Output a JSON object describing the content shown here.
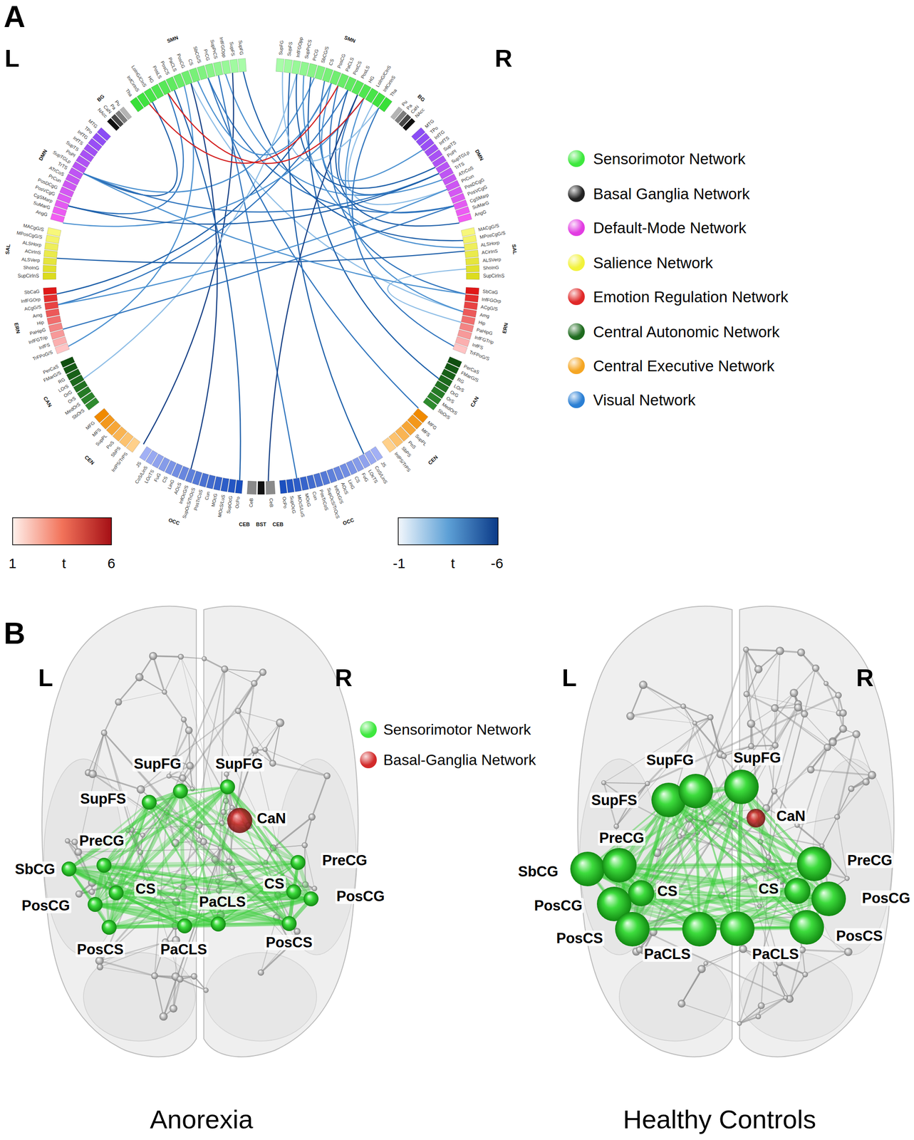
{
  "diagram": {
    "labels": [
      "A",
      "L",
      "R",
      "SMN",
      "SupFG",
      "SupFS",
      "InfFGOpp",
      "SupPrCS",
      "PrCG",
      "SbCG/S",
      "CS",
      "PosCG",
      "PaCLS",
      "PosCS",
      "PosLS",
      "HG",
      "LoInG/CInS",
      "InfCirInS",
      "Tha",
      "BG",
      "Pu",
      "Pa",
      "CaN",
      "NAcc",
      "DMN",
      "MTG",
      "TPo",
      "InfTG",
      "InfTS",
      "SupTS",
      "PoPl",
      "SupTGLp",
      "TrTS",
      "ATrCoS",
      "PrCun",
      "PosDCgG",
      "PosVCgG",
      "CgSMarp",
      "SuMarG",
      "AngG",
      "SAL",
      "MACgG/S",
      "MPosCgG/S",
      "ALSHorp",
      "ACirInS",
      "ALSVerp",
      "ShoInG",
      "SupCirInS",
      "ERN",
      "SbCaG",
      "InfFGOrp",
      "ACgG/S",
      "Amg",
      "Hip",
      "PaHipG",
      "InfFGTrip",
      "InfFS",
      "TrFPoG/S",
      "CAN",
      "PerCaS",
      "FMarG/S",
      "RG",
      "LOrS",
      "OrG",
      "OrS",
      "MedOrS",
      "SbOrS",
      "CEN",
      "MFG",
      "MFS",
      "SupPL",
      "PoS",
      "SbPS",
      "IntPS/TrPS",
      "OCC",
      "JS",
      "CoS/LinS",
      "LOcTS",
      "FuG",
      "CS",
      "LinG",
      "AOcS",
      "InfOcG/S",
      "SupOcS/TrOcS",
      "PosTrCoS",
      "Cun",
      "MOcG",
      "MOcS/LuS",
      "SupOcG",
      "OcPo",
      "SMN",
      "SupFG",
      "SupFS",
      "InfFGOpp",
      "SupPrCS",
      "PrCG",
      "SbCG/S",
      "CS",
      "PosCG",
      "PaCLS",
      "PosCS",
      "PosLS",
      "HG",
      "LoInG/CInS",
      "InfCirInS",
      "Tha",
      "BG",
      "Pu",
      "Pa",
      "CaN",
      "NAcc",
      "DMN",
      "MTG",
      "TPo",
      "InfTG",
      "InfTS",
      "SupTS",
      "PoPl",
      "SupTGLp",
      "TrTS",
      "ATrCoS",
      "PrCun",
      "PosDCgG",
      "PosVCgG",
      "CgSMarp",
      "SuMarG",
      "AngG",
      "SAL",
      "MACgG/S",
      "MPosCgG/S",
      "ALSHorp",
      "ACirInS",
      "ALSVerp",
      "ShoInG",
      "SupCirInS",
      "ERN",
      "SbCaG",
      "InfFGOrp",
      "ACgG/S",
      "Amg",
      "Hip",
      "PaHipG",
      "InfFGTrip",
      "InfFS",
      "TrFPoG/S",
      "CAN",
      "PerCaS",
      "FMarG/S",
      "RG",
      "LOrS",
      "OrG",
      "OrS",
      "MedOrS",
      "SbOrS",
      "CEN",
      "MFG",
      "MFS",
      "SupPL",
      "PoS",
      "SbPS",
      "IntPS/TrPS",
      "OCC",
      "JS",
      "CoS/LinS",
      "LOcTS",
      "FuG",
      "CS",
      "LinG",
      "AOcS",
      "InfOcG/S",
      "SupOcS/TrOcS",
      "PosTrCoS",
      "Cun",
      "MOcG",
      "MOcS/LuS",
      "SupOcG",
      "OcPo",
      "CeB",
      "CeB",
      "CEB",
      "BST",
      "CEB",
      "1",
      "t",
      "6",
      "-1",
      "t",
      "-6",
      "B",
      "L",
      "R",
      "L",
      "R",
      "SupFG",
      "SupFG",
      "SupFS",
      "CaN",
      "PreCG",
      "PreCG",
      "SbCG",
      "CS",
      "CS",
      "PaCLS",
      "PosCG",
      "PosCG",
      "PosCS",
      "PaCLS",
      "PosCS",
      "SupFG",
      "SupFG",
      "SupFS",
      "CaN",
      "PreCG",
      "PreCG",
      "SbCG",
      "CS",
      "CS",
      "PosCG",
      "PosCG",
      "PosCS",
      "PaCLS",
      "PaCLS",
      "PosCS",
      "Anorexia",
      "Healthy Controls"
    ],
    "legend": [
      {
        "text": "Sensorimotor Network",
        "color": "#3ee83e"
      },
      {
        "text": "Basal Ganglia Network",
        "color": "#222222"
      },
      {
        "text": "Default-Mode Network",
        "color": "#e23ce2"
      },
      {
        "text": "Salience Network",
        "color": "#f2f23a"
      },
      {
        "text": "Emotion Regulation Network",
        "color": "#e02828"
      },
      {
        "text": "Central Autonomic Network",
        "color": "#1e6b1e"
      },
      {
        "text": "Central Executive Network",
        "color": "#f5a623"
      },
      {
        "text": "Visual Network",
        "color": "#2a7fd4"
      },
      {
        "text": "Sensorimotor Network",
        "color": "#3ee83e"
      },
      {
        "text": "Basal-Ganglia Network",
        "color": "#d22a2a"
      }
    ]
  }
}
